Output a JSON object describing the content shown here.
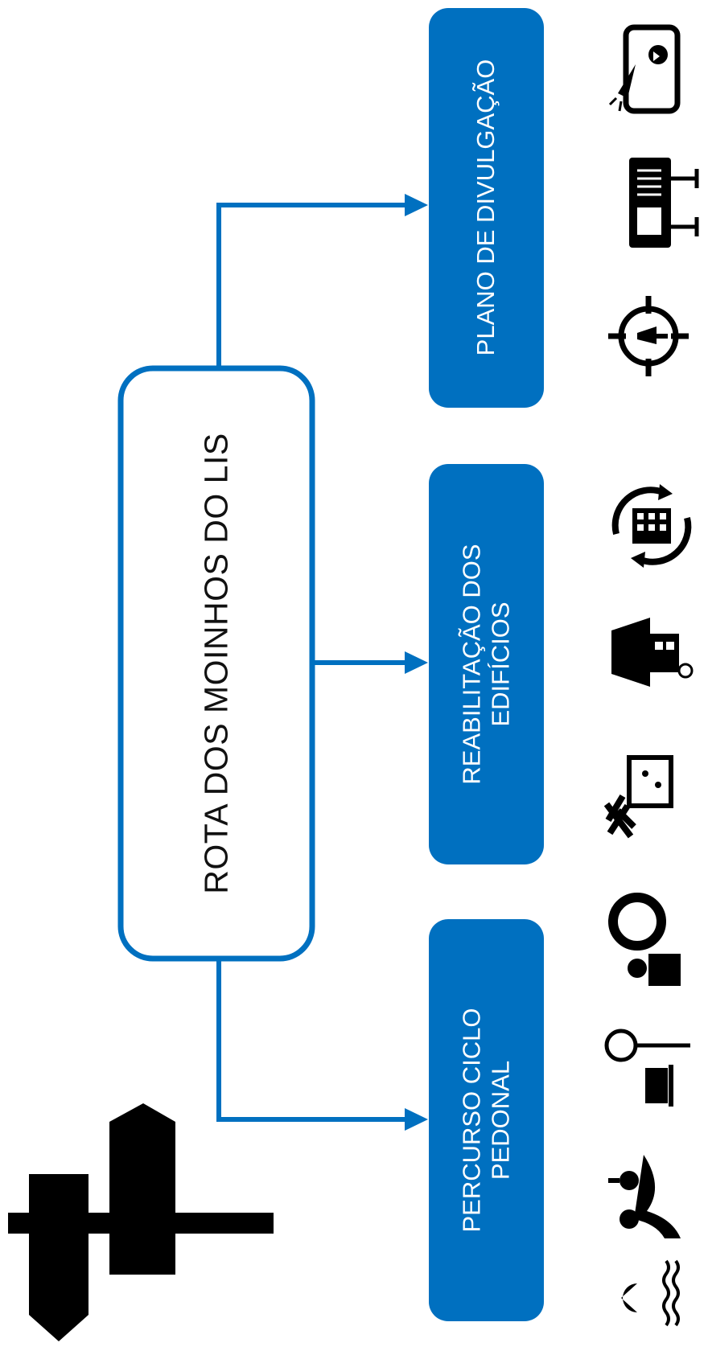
{
  "colors": {
    "accent": "#0070C0",
    "box_fill": "#0070C0",
    "text_on_box": "#FFFFFF",
    "icon": "#000000"
  },
  "main": {
    "title": "ROTA DOS MOINHOS DO LIS"
  },
  "branches": [
    {
      "line1": "PERCURSO CICLO",
      "line2": "PEDONAL",
      "icons": [
        "waves-icon",
        "playground-icon",
        "park-bench-icon",
        "lifebuoy-icon"
      ]
    },
    {
      "line1": "REABILITAÇÃO DOS",
      "line2": "EDIFÍCIOS",
      "icons": [
        "broken-house-icon",
        "renovation-house-icon",
        "building-cycle-icon"
      ]
    },
    {
      "line1": "PLANO DE DIVULGAÇÃO",
      "line2": "",
      "icons": [
        "target-icon",
        "billboard-icon",
        "tablet-announcement-icon"
      ]
    }
  ],
  "logo": {
    "icon": "windmill-arrows-icon"
  }
}
